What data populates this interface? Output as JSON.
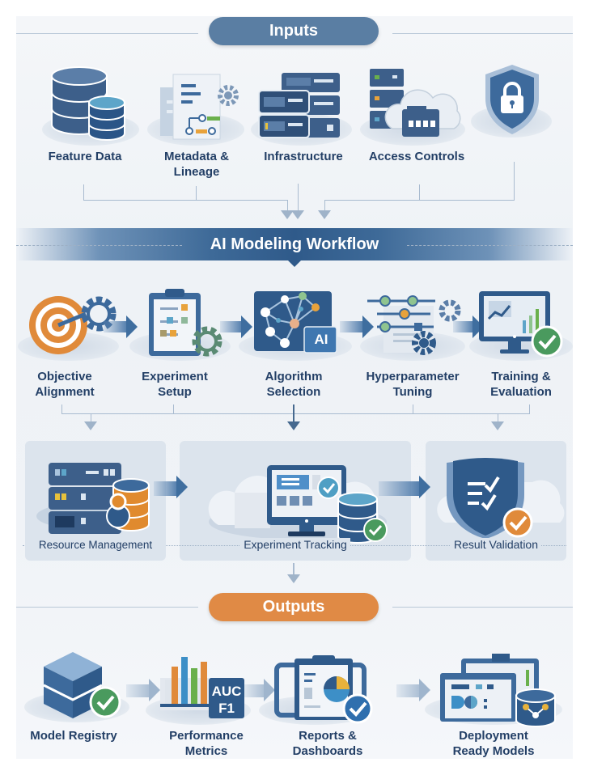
{
  "inputs": {
    "title": "Inputs",
    "items": [
      {
        "label": "Feature Data",
        "icon": "database-icon"
      },
      {
        "label": "Metadata &\nLineage",
        "label_line1": "Metadata &",
        "label_line2": "Lineage",
        "icon": "metadata-document-icon"
      },
      {
        "label": "Infrastructure",
        "icon": "server-rack-icon"
      },
      {
        "label": "Access Controls",
        "icon": "cloud-server-icon"
      },
      {
        "label": "",
        "icon": "shield-lock-icon"
      }
    ]
  },
  "workflow": {
    "title": "AI Modeling Workflow",
    "steps": [
      {
        "label_line1": "Objective",
        "label_line2": "Alignment",
        "icon": "target-gear-icon"
      },
      {
        "label_line1": "Experiment",
        "label_line2": "Setup",
        "icon": "clipboard-gear-icon"
      },
      {
        "label_line1": "Algorithm",
        "label_line2": "Selection",
        "icon": "neural-network-ai-icon",
        "badge": "AI"
      },
      {
        "label_line1": "Hyperparameter",
        "label_line2": "Tuning",
        "icon": "sliders-gear-icon"
      },
      {
        "label_line1": "Training &",
        "label_line2": "Evaluation",
        "icon": "monitor-chart-check-icon"
      }
    ],
    "stages": [
      {
        "label": "Resource Management",
        "icon": "server-database-icon"
      },
      {
        "label": "Experiment Tracking",
        "icon": "monitor-database-check-icon"
      },
      {
        "label": "Result Validation",
        "icon": "shield-checklist-icon"
      }
    ]
  },
  "outputs": {
    "title": "Outputs",
    "items": [
      {
        "label_line1": "Model Registry",
        "label_line2": "",
        "icon": "cube-check-icon"
      },
      {
        "label_line1": "Performance",
        "label_line2": "Metrics",
        "icon": "bar-chart-metrics-icon",
        "metric_1": "AUC",
        "metric_2": "F1"
      },
      {
        "label_line1": "Reports &",
        "label_line2": "Dashboards",
        "icon": "clipboard-pie-chart-icon"
      },
      {
        "label_line1": "Deployment",
        "label_line2": "Ready Models",
        "icon": "dashboard-database-icon"
      }
    ]
  },
  "colors": {
    "primary_navy": "#2f5a8a",
    "pill_inputs": "#5a7ea3",
    "pill_outputs": "#e08a45",
    "accent_orange": "#e08a3a",
    "accent_green": "#4a9a5e",
    "text": "#233f66"
  }
}
